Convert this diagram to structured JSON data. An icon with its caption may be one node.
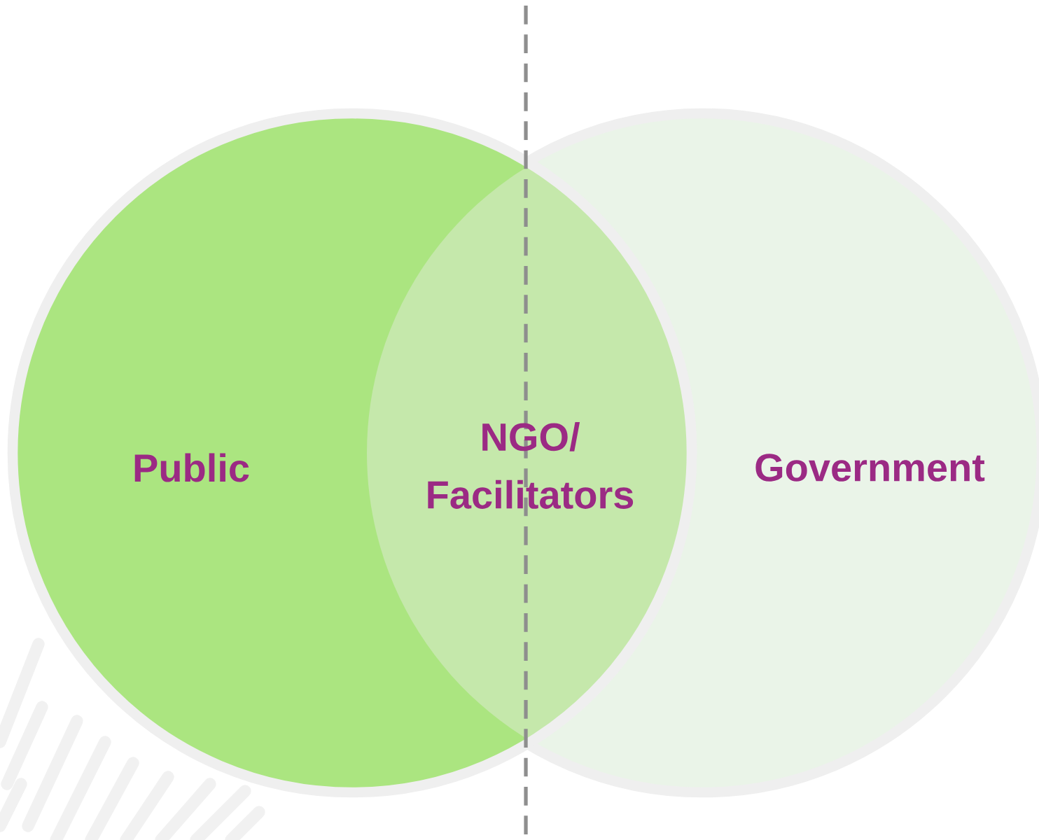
{
  "diagram": {
    "nodes": [
      {
        "text": [
          "Public"
        ]
      },
      {
        "text": [
          "Government"
        ]
      },
      {
        "text": [
          "NGO/ Facilitators"
        ]
      }
    ]
  }
}
